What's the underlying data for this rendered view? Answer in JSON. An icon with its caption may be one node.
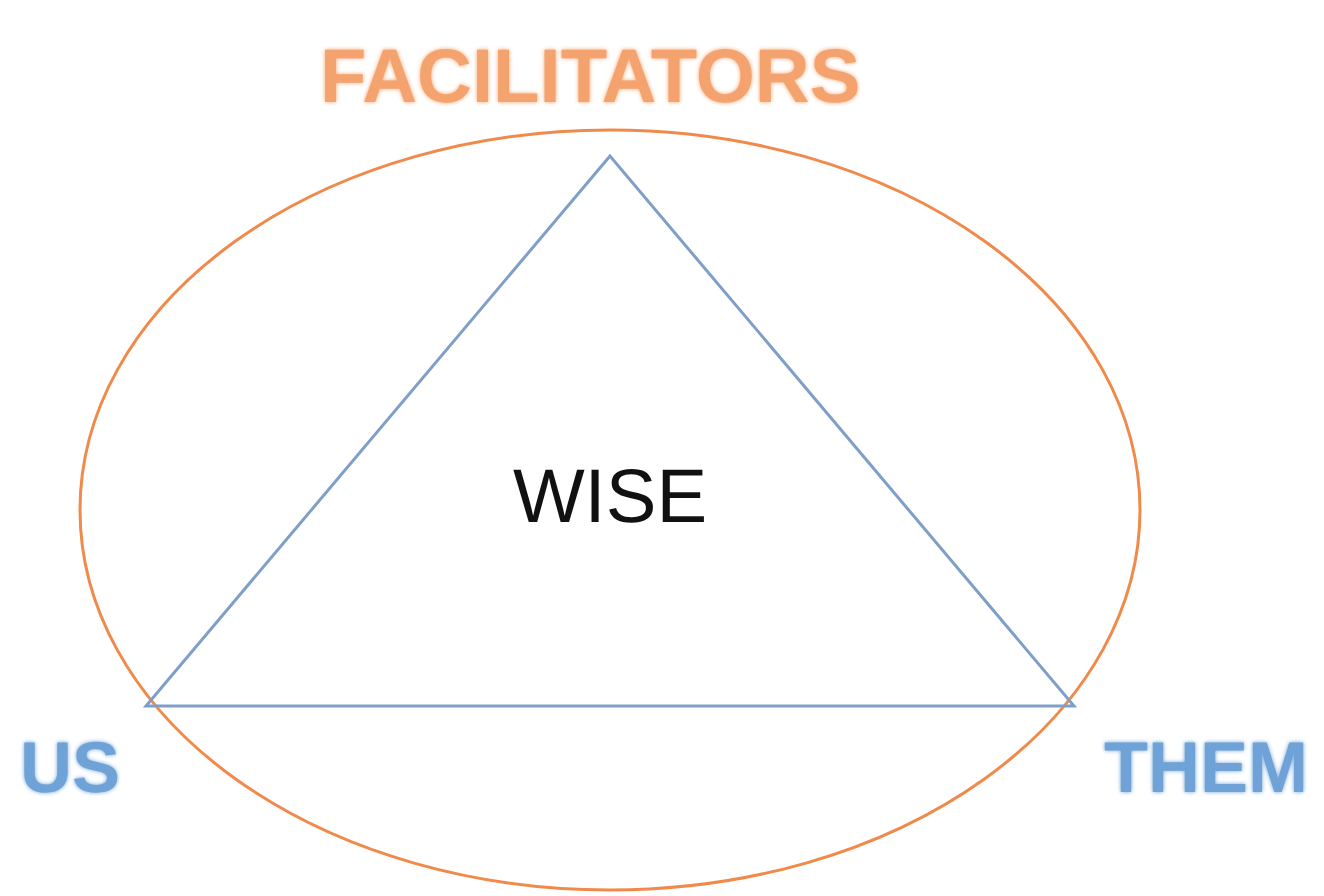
{
  "diagram": {
    "nodes": [
      {
        "text": [],
        "shape": "ellipse"
      },
      {
        "text": [
          "WISE"
        ],
        "in": 0
      }
    ],
    "labels": [
      "FACILITATORS",
      "US",
      "THEM"
    ]
  }
}
